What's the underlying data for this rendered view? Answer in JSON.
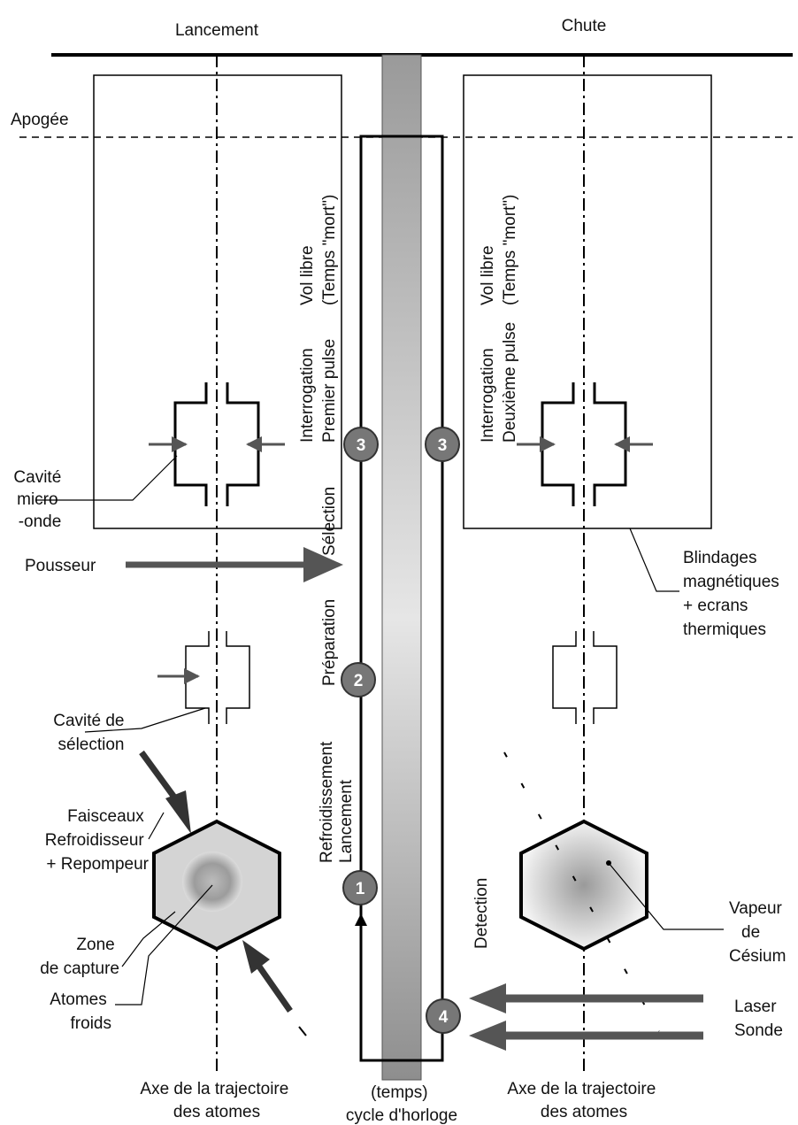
{
  "title_left": "Lancement",
  "title_right": "Chute",
  "apogee": "Apogée",
  "left_labels": {
    "cavity_micro": [
      "Cavité",
      "micro",
      "-onde"
    ],
    "pusher": "Pousseur",
    "cavity_selection": [
      "Cavité de",
      "sélection"
    ],
    "beams": [
      "Faisceaux",
      "Refroidisseur",
      "+ Repompeur"
    ],
    "capture_zone": [
      "Zone",
      "de capture"
    ],
    "cold_atoms": [
      "Atomes",
      "froids"
    ]
  },
  "right_labels": {
    "shielding": [
      "Blindages",
      "magnétiques",
      "+ ecrans",
      "thermiques"
    ],
    "vapor": [
      "Vapeur",
      "de",
      "Césium"
    ],
    "laser": [
      "Laser",
      "Sonde"
    ]
  },
  "phase_labels": {
    "free_flight_left": [
      "Vol libre",
      "(Temps \"mort\")"
    ],
    "interrogation_first": [
      "Interrogation",
      "Premier pulse"
    ],
    "selection": "Sélection",
    "preparation": "Préparation",
    "cooling_launch": [
      "Refroidissement",
      "Lancement"
    ],
    "free_flight_right": [
      "Vol libre",
      "(Temps \"mort\")"
    ],
    "interrogation_second": [
      "Interrogation",
      "Deuxième  pulse"
    ],
    "detection": "Detection"
  },
  "steps": [
    "3",
    "3",
    "2",
    "1",
    "4"
  ],
  "bottom_labels": {
    "axis_left": [
      "Axe de la trajectoire",
      "des atomes"
    ],
    "clock": [
      "(temps)",
      "cycle d'horloge"
    ],
    "axis_right": [
      "Axe de la trajectoire",
      "des atomes"
    ]
  },
  "colors": {
    "line": "#000000",
    "arrow": "#555555",
    "step_circle": "#777777",
    "time_bar_light": "#e4e4e4",
    "time_bar_dark": "#9a9a9a"
  }
}
